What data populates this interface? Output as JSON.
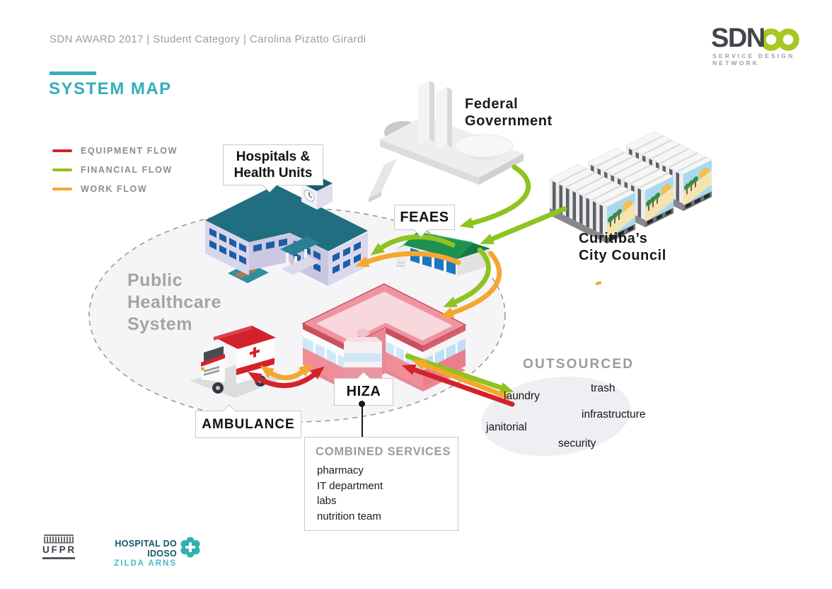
{
  "header": {
    "credit_line": "SDN AWARD 2017 | Student Category | Carolina Pizatto Girardi"
  },
  "brand": {
    "name": "SDN",
    "tagline": "SERVICE DESIGN NETWORK",
    "infinity_color": "#a6c822"
  },
  "title": "SYSTEM MAP",
  "legend": {
    "items": [
      {
        "label": "EQUIPMENT FLOW",
        "color": "#d2232a"
      },
      {
        "label": "FINANCIAL FLOW",
        "color": "#8fc31f"
      },
      {
        "label": "WORK FLOW",
        "color": "#f6a72f"
      }
    ]
  },
  "diagram": {
    "system_boundary": {
      "label_lines": [
        "Public",
        "Healthcare",
        "System"
      ]
    },
    "nodes": {
      "hospitals": {
        "label_lines": [
          "Hospitals &",
          "Health Units"
        ]
      },
      "federal_government": {
        "label_lines": [
          "Federal",
          "Government"
        ]
      },
      "feaes": {
        "label": "FEAES"
      },
      "curitiba_city_council": {
        "label_lines": [
          "Curitiba’s",
          "City Council"
        ]
      },
      "hiza": {
        "label": "HIZA"
      },
      "ambulance": {
        "label": "AMBULANCE"
      },
      "outsourced": {
        "title": "OUTSOURCED",
        "items": [
          "laundry",
          "trash",
          "infrastructure",
          "janitorial",
          "security"
        ]
      },
      "combined_services": {
        "title": "COMBINED SERVICES",
        "items": [
          "pharmacy",
          "IT department",
          "labs",
          "nutrition team"
        ]
      }
    },
    "flows": [
      {
        "from": "federal_government",
        "to": "feaes",
        "type": "financial"
      },
      {
        "from": "curitiba_city_council",
        "to": "feaes",
        "type": "financial"
      },
      {
        "from": "feaes",
        "to": "hospitals",
        "type": "financial"
      },
      {
        "from": "feaes",
        "to": "hospitals",
        "type": "work"
      },
      {
        "from": "feaes",
        "to": "hiza",
        "type": "financial"
      },
      {
        "from": "feaes",
        "to": "hiza",
        "type": "work"
      },
      {
        "from": "hiza",
        "to": "outsourced",
        "type": "financial"
      },
      {
        "from": "outsourced",
        "to": "hiza",
        "type": "work"
      },
      {
        "from": "outsourced",
        "to": "hiza",
        "type": "equipment"
      },
      {
        "between": [
          "ambulance",
          "hiza"
        ],
        "type": "work",
        "bidirectional": true
      },
      {
        "between": [
          "ambulance",
          "hiza"
        ],
        "type": "equipment",
        "bidirectional": true
      }
    ]
  },
  "footer": {
    "ufpr_label": "UFPR",
    "hospital_name": "HOSPITAL DO IDOSO",
    "hospital_subname": "ZILDA ARNS"
  },
  "colors": {
    "teal": "#35adbb",
    "equipment_red": "#d2232a",
    "financial_green": "#8fc31f",
    "work_orange": "#f6a72f",
    "sdn_lime": "#a6c822",
    "footer_teal_dark": "#15566b",
    "footer_teal_light": "#49b9c9"
  }
}
